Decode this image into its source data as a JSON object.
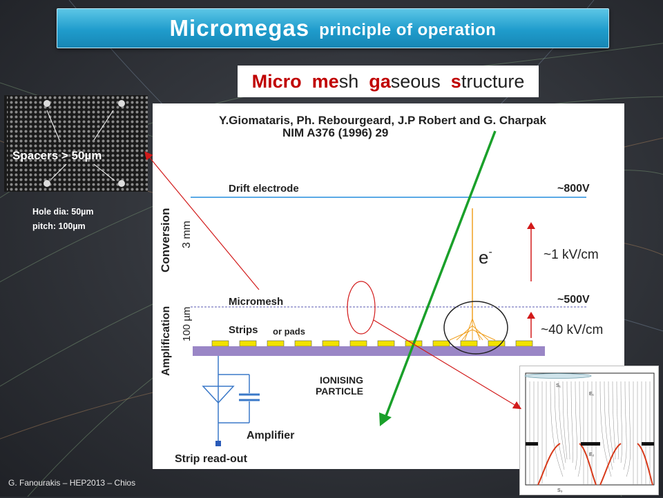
{
  "title": {
    "main": "Micromegas",
    "sub": "principle of operation"
  },
  "subtitle": {
    "parts": [
      {
        "text": "Micro",
        "highlight": true
      },
      {
        "text": "  ",
        "highlight": false
      },
      {
        "text": "me",
        "highlight": true
      },
      {
        "text": "sh  ",
        "highlight": false
      },
      {
        "text": "ga",
        "highlight": true
      },
      {
        "text": "seous  ",
        "highlight": false
      },
      {
        "text": "s",
        "highlight": true
      },
      {
        "text": "tructure",
        "highlight": false
      }
    ]
  },
  "diagram": {
    "authors": "Y.Giomataris, Ph. Rebourgeard, J.P Robert and G. Charpak",
    "reference": "NIM A376 (1996) 29",
    "drift_electrode": "Drift electrode",
    "drift_voltage": "~800V",
    "conversion": "Conversion",
    "conversion_gap": "3 mm",
    "field_drift": "~1 kV/cm",
    "electron": "e",
    "electron_sup": "-",
    "micromesh": "Micromesh",
    "mesh_voltage": "~500V",
    "amplification": "Amplification",
    "amplification_gap": "100 µm",
    "field_amp": "~40 kV/cm",
    "strips": "Strips",
    "or_pads": "or pads",
    "ionising_line1": "IONISING",
    "ionising_line2": "PARTICLE",
    "amplifier": "Amplifier",
    "strip_readout": "Strip read-out"
  },
  "inset": {
    "spacers": "Spacers > 50µm",
    "hole_dia": "Hole dia: 50µm",
    "pitch": "pitch: 100µm"
  },
  "simulation": {
    "s1": "S₁",
    "s3": "S₃",
    "e1": "E₁",
    "e2": "E₂"
  },
  "footer": "G. Fanourakis – HEP2013 – Chios",
  "colors": {
    "title_bar": "#1f9ccc",
    "highlight": "#c00000",
    "drift_line": "#5aa9e6",
    "track": "#1aa02a",
    "strip": "#f2e200",
    "base": "#9a86c6",
    "arrow": "#d21a1a",
    "avalanche": "#f0a020"
  }
}
